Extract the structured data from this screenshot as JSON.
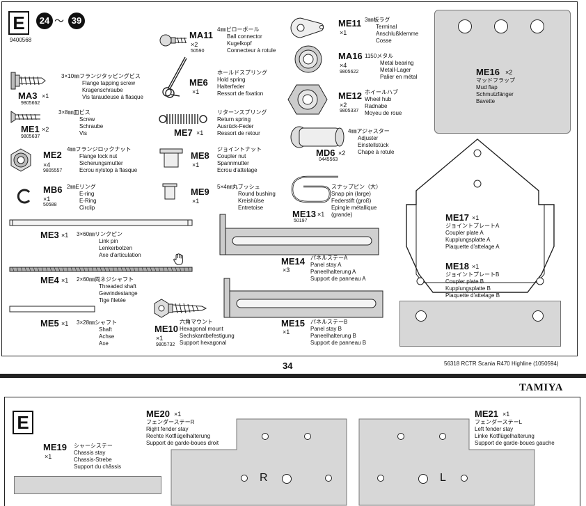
{
  "page": {
    "step_letter": "E",
    "step_from": "24",
    "step_sep": "〜",
    "step_to": "39",
    "bag_code": "9400568",
    "page_number": "34",
    "footer_ref": "56318 RCTR Scania R470 Highline (1050594)",
    "brand": "TAMIYA"
  },
  "parts": {
    "ma3": {
      "code": "MA3",
      "qty": "×1",
      "pn": "9805662",
      "jp": "3×10㎜フランジタッピングビス",
      "en": "Flange tapping screw",
      "de": "Kragenschraube",
      "fr": "Vis taraudeuse à flasque"
    },
    "me1": {
      "code": "ME1",
      "qty": "×2",
      "pn": "9805637",
      "jp": "3×8㎜皿ビス",
      "en": "Screw",
      "de": "Schraube",
      "fr": "Vis"
    },
    "me2": {
      "code": "ME2",
      "qty": "×4",
      "pn": "9805557",
      "jp": "4㎜フランジロックナット",
      "en": "Flange lock nut",
      "de": "Sicherungsmutter",
      "fr": "Ecrou nylstop à flasque"
    },
    "mb6": {
      "code": "MB6",
      "qty": "×1",
      "pn": "50588",
      "jp": "2㎜Eリング",
      "en": "E-ring",
      "de": "E-Ring",
      "fr": "Circlip"
    },
    "ma11": {
      "code": "MA11",
      "qty": "×2",
      "pn": "50590",
      "jp": "4㎜ピローボール",
      "en": "Ball connector",
      "de": "Kugelkopf",
      "fr": "Connecteur à rotule"
    },
    "me6": {
      "code": "ME6",
      "qty": "×1",
      "jp": "ホールドスプリング",
      "en": "Hold spring",
      "de": "Halterfeder",
      "fr": "Ressort de fixation"
    },
    "me7": {
      "code": "ME7",
      "qty": "×1",
      "jp": "リターンスプリング",
      "en": "Return spring",
      "de": "Ausrück-Feder",
      "fr": "Ressort de retour"
    },
    "me8": {
      "code": "ME8",
      "qty": "×1",
      "jp": "ジョイントナット",
      "en": "Coupler nut",
      "de": "Spannmutter",
      "fr": "Ecrou d'attelage"
    },
    "me9": {
      "code": "ME9",
      "qty": "×1",
      "jp": "5×4㎜丸ブッシュ",
      "en": "Round bushing",
      "de": "Kreishülse",
      "fr": "Entretoise"
    },
    "me11": {
      "code": "ME11",
      "qty": "×1",
      "jp": "3㎜板ラグ",
      "en": "Terminal",
      "de": "Anschlußklemme",
      "fr": "Cosse"
    },
    "ma16": {
      "code": "MA16",
      "qty": "×4",
      "pn": "9805622",
      "jp": "1150メタル",
      "en": "Metal bearing",
      "de": "Metall-Lager",
      "fr": "Palier en métal"
    },
    "me12": {
      "code": "ME12",
      "qty": "×2",
      "pn": "9805337",
      "jp": "ホイールハブ",
      "en": "Wheel hub",
      "de": "Radnabe",
      "fr": "Moyeu de roue"
    },
    "md6": {
      "code": "MD6",
      "qty": "×2",
      "pn": "0445563",
      "jp": "4㎜アジャスター",
      "en": "Adjuster",
      "de": "Einstellstück",
      "fr": "Chape à rotule"
    },
    "me13": {
      "code": "ME13",
      "qty": "×1",
      "pn": "50197",
      "jp": "スナップピン（大）",
      "en": "Snap pin (large)",
      "de": "Federstift (groß)",
      "fr": "Epingle métallique",
      "fr2": "(grande)"
    },
    "me3": {
      "code": "ME3",
      "qty": "×1",
      "jp": "3×60㎜リンクピン",
      "en": "Link pin",
      "de": "Lenkerbolzen",
      "fr": "Axe d'articulation"
    },
    "me4": {
      "code": "ME4",
      "qty": "×1",
      "jp": "2×60㎜両ネジシャフト",
      "en": "Threaded shaft",
      "de": "Gewindestange",
      "fr": "Tige filetée"
    },
    "me5": {
      "code": "ME5",
      "qty": "×1",
      "jp": "3×28㎜シャフト",
      "en": "Shaft",
      "de": "Achse",
      "fr": "Axe"
    },
    "me10": {
      "code": "ME10",
      "qty": "×1",
      "pn": "9805732",
      "jp": "六角マウント",
      "en": "Hexagonal mount",
      "de": "Sechskantbefestigung",
      "fr": "Support hexagonal"
    },
    "me14": {
      "code": "ME14",
      "qty": "×3",
      "jp": "パネルステーA",
      "en": "Panel stay A",
      "de": "Paneelhalterung A",
      "fr": "Support de panneau A"
    },
    "me15": {
      "code": "ME15",
      "qty": "×1",
      "jp": "パネルステーB",
      "en": "Panel stay B",
      "de": "Paneelhalterung B",
      "fr": "Support de panneau B"
    },
    "me16": {
      "code": "ME16",
      "qty": "×2",
      "jp": "マッドフラップ",
      "en": "Mud flap",
      "de": "Schmutzfänger",
      "fr": "Bavette"
    },
    "me17": {
      "code": "ME17",
      "qty": "×1",
      "jp": "ジョイントプレートA",
      "en": "Coupler plate A",
      "de": "Kupplungsplatte A",
      "fr": "Plaquette d'attelage A"
    },
    "me18": {
      "code": "ME18",
      "qty": "×1",
      "jp": "ジョイントプレートB",
      "en": "Coupler plate B",
      "de": "Kupplungsplatte B",
      "fr": "Plaquette d'attelage B"
    },
    "me19": {
      "code": "ME19",
      "qty": "×1",
      "jp": "シャーシステー",
      "en": "Chassis stay",
      "de": "Chassis-Strebe",
      "fr": "Support du châssis"
    },
    "me20": {
      "code": "ME20",
      "qty": "×1",
      "jp": "フェンダーステーR",
      "en": "Right fender stay",
      "de": "Rechte Kotflügelhalterung",
      "fr": "Support de garde-boues droit"
    },
    "me21": {
      "code": "ME21",
      "qty": "×1",
      "jp": "フェンダーステーL",
      "en": "Left fender stay",
      "de": "Linke Kotflügelhalterung",
      "fr": "Support de garde-boues gauche"
    }
  },
  "plate_marks": {
    "right": "R",
    "left": "L"
  }
}
